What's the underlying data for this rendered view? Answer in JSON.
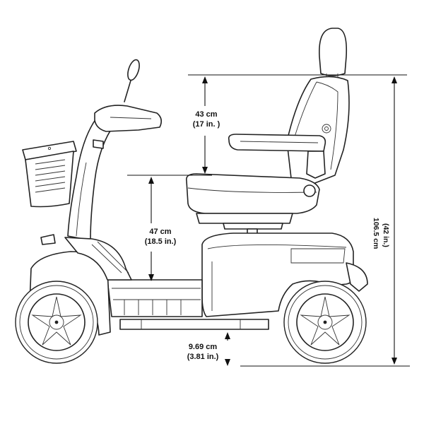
{
  "measurements": {
    "seat_depth": {
      "metric": "43 cm",
      "imperial": "(17 in. )"
    },
    "seat_height": {
      "metric": "47 cm",
      "imperial": "(18.5 in.)"
    },
    "ground_clearance": {
      "metric": "9.69 cm",
      "imperial": "(3.81 in.)"
    },
    "overall_height": {
      "metric": "106.5 cm",
      "imperial": "(42 in.)"
    }
  }
}
